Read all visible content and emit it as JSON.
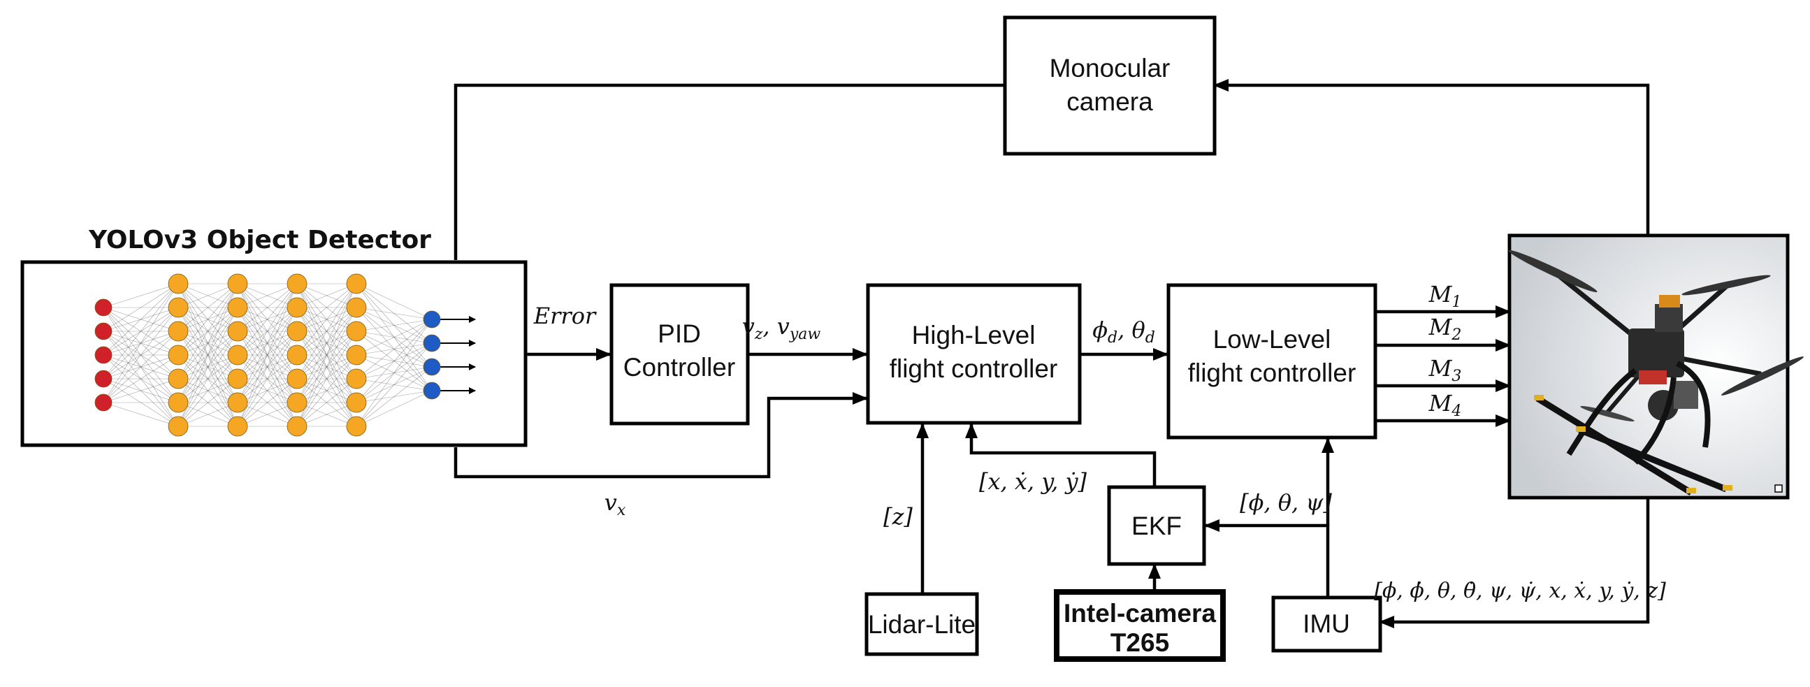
{
  "blocks": {
    "yolo_title": "YOLOv3 Object Detector",
    "camera": [
      "Monocular",
      "camera"
    ],
    "pid": [
      "PID",
      "Controller"
    ],
    "high_level": [
      "High-Level",
      "flight controller"
    ],
    "low_level": [
      "Low-Level",
      "flight controller"
    ],
    "ekf": "EKF",
    "lidar": "Lidar-Lite",
    "intel": [
      "Intel-camera",
      "T265"
    ],
    "imu": "IMU"
  },
  "signals": {
    "error": "Error",
    "vz_vyaw": {
      "a": "v",
      "a_sub": "z",
      "sep": ", ",
      "b": "v",
      "b_sub": "yaw"
    },
    "vx": {
      "a": "v",
      "a_sub": "x"
    },
    "phid_thetad": {
      "a": "ϕ",
      "a_sub": "d",
      "sep": ", ",
      "b": "θ",
      "b_sub": "d"
    },
    "xy_state": "[x, ẋ, y, ẏ]",
    "z": "[z]",
    "attitude": "[ϕ, θ, ψ]",
    "full_state": "[ϕ, ϕ̇, θ, θ̇, ψ, ψ̇, x, ẋ, y, ẏ, z]",
    "motors": [
      "M",
      "M",
      "M",
      "M"
    ],
    "motor_subs": [
      "1",
      "2",
      "3",
      "4"
    ]
  },
  "neural_net": {
    "layers": [
      5,
      7,
      7,
      7,
      7,
      4
    ],
    "colors": {
      "input": "#d0202a",
      "hidden": "#f5a623",
      "output": "#1f5bc4"
    }
  }
}
